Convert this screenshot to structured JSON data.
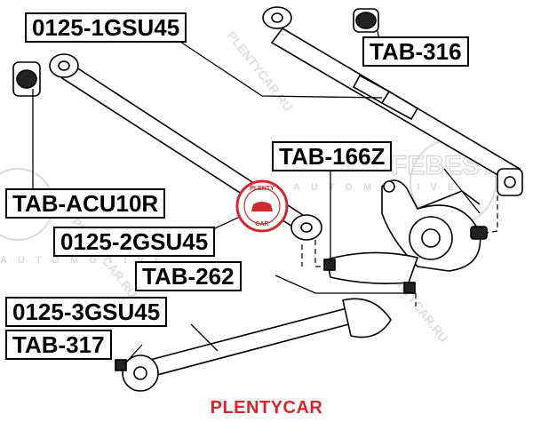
{
  "parts": {
    "p_0125_1gsu45": "0125-1GSU45",
    "p_tab_316": "TAB-316",
    "p_tab_166z": "TAB-166Z",
    "p_tab_acu10r": "TAB-ACU10R",
    "p_0125_2gsu45": "0125-2GSU45",
    "p_tab_262": "TAB-262",
    "p_0125_3gsu45": "0125-3GSU45",
    "p_tab_317": "TAB-317"
  },
  "watermark": {
    "brand": "PLENTYCAR",
    "badge_top": "PLENTY",
    "badge_bottom": "CAR",
    "faint": "FEBEST",
    "faint_sub": "AUTOMOTIVE",
    "diag": "PLENTYCAR.RU"
  },
  "colors": {
    "brand_red": "#d0282e",
    "line": "#000000",
    "watermark_gray": "#d6d6d6"
  }
}
